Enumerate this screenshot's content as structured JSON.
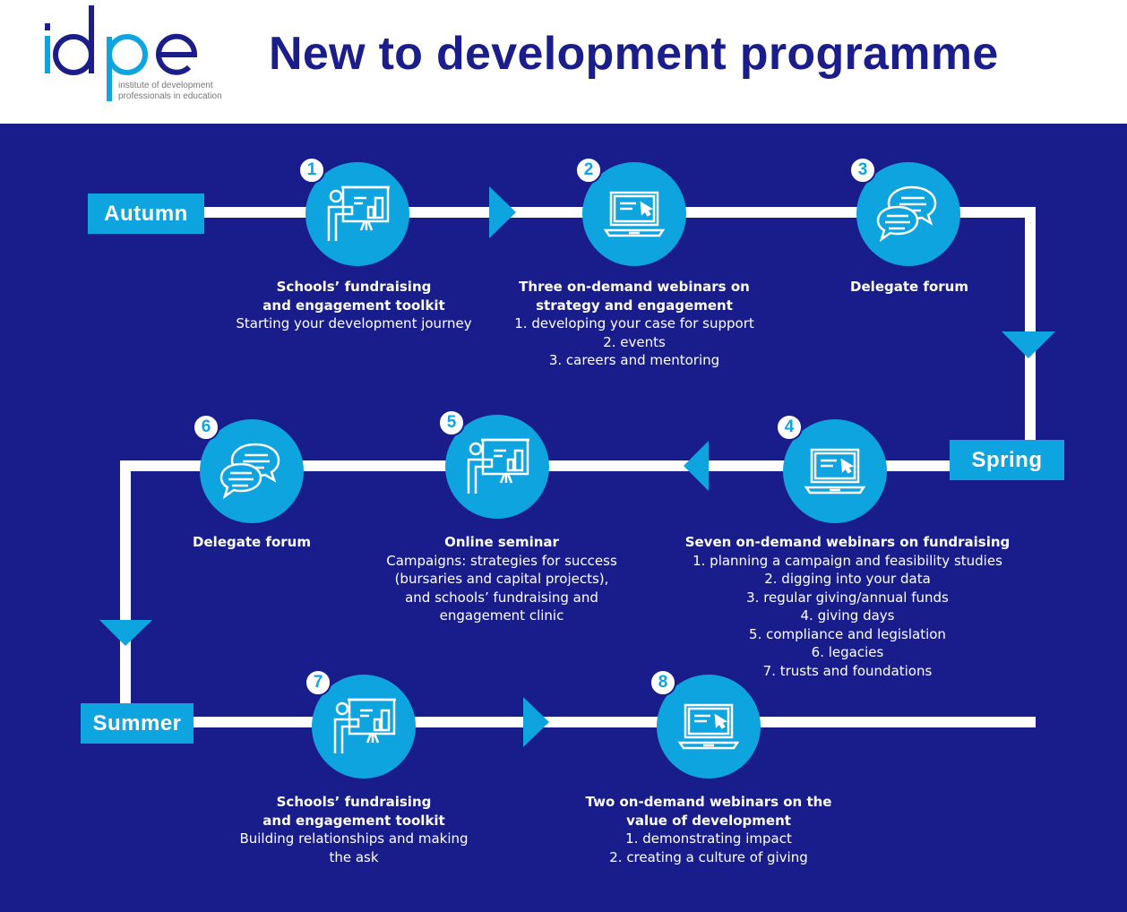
{
  "header": {
    "logo": {
      "text": "idpe",
      "subtitle_line1": "institute of development",
      "subtitle_line2": "professionals in education"
    },
    "title": "New to development programme"
  },
  "colors": {
    "background": "#191d8c",
    "accent": "#0ea4df",
    "title": "#1b1e8a",
    "line": "#ffffff"
  },
  "seasons": {
    "autumn": "Autumn",
    "spring": "Spring",
    "summer": "Summer"
  },
  "steps": [
    {
      "number": "1",
      "icon": "presentation-icon",
      "title": [
        "Schools’ fundraising",
        "and engagement toolkit"
      ],
      "lines": [
        "Starting your development journey"
      ]
    },
    {
      "number": "2",
      "icon": "laptop-icon",
      "title": [
        "Three on-demand webinars on",
        "strategy and engagement"
      ],
      "lines": [
        "1. developing your case for support",
        "2. events",
        "3. careers and mentoring"
      ]
    },
    {
      "number": "3",
      "icon": "chat-icon",
      "title": [
        "Delegate forum"
      ],
      "lines": []
    },
    {
      "number": "4",
      "icon": "laptop-icon",
      "title": [
        "Seven on-demand webinars on fundraising"
      ],
      "lines": [
        "1. planning a campaign and feasibility studies",
        "2. digging into your data",
        "3. regular giving/annual funds",
        "4. giving days",
        "5. compliance and legislation",
        "6. legacies",
        "7. trusts and foundations"
      ]
    },
    {
      "number": "5",
      "icon": "presentation-icon",
      "title": [
        "Online seminar"
      ],
      "lines": [
        "Campaigns: strategies for success",
        "(bursaries and capital projects),",
        "and schools’ fundraising and",
        "engagement clinic"
      ]
    },
    {
      "number": "6",
      "icon": "chat-icon",
      "title": [
        "Delegate forum"
      ],
      "lines": []
    },
    {
      "number": "7",
      "icon": "presentation-icon",
      "title": [
        "Schools’ fundraising",
        "and engagement toolkit"
      ],
      "lines": [
        "Building relationships and making",
        "the ask"
      ]
    },
    {
      "number": "8",
      "icon": "laptop-icon",
      "title": [
        "Two on-demand webinars on the",
        "value of development"
      ],
      "lines": [
        "1. demonstrating impact",
        "2. creating a culture of giving"
      ]
    }
  ]
}
